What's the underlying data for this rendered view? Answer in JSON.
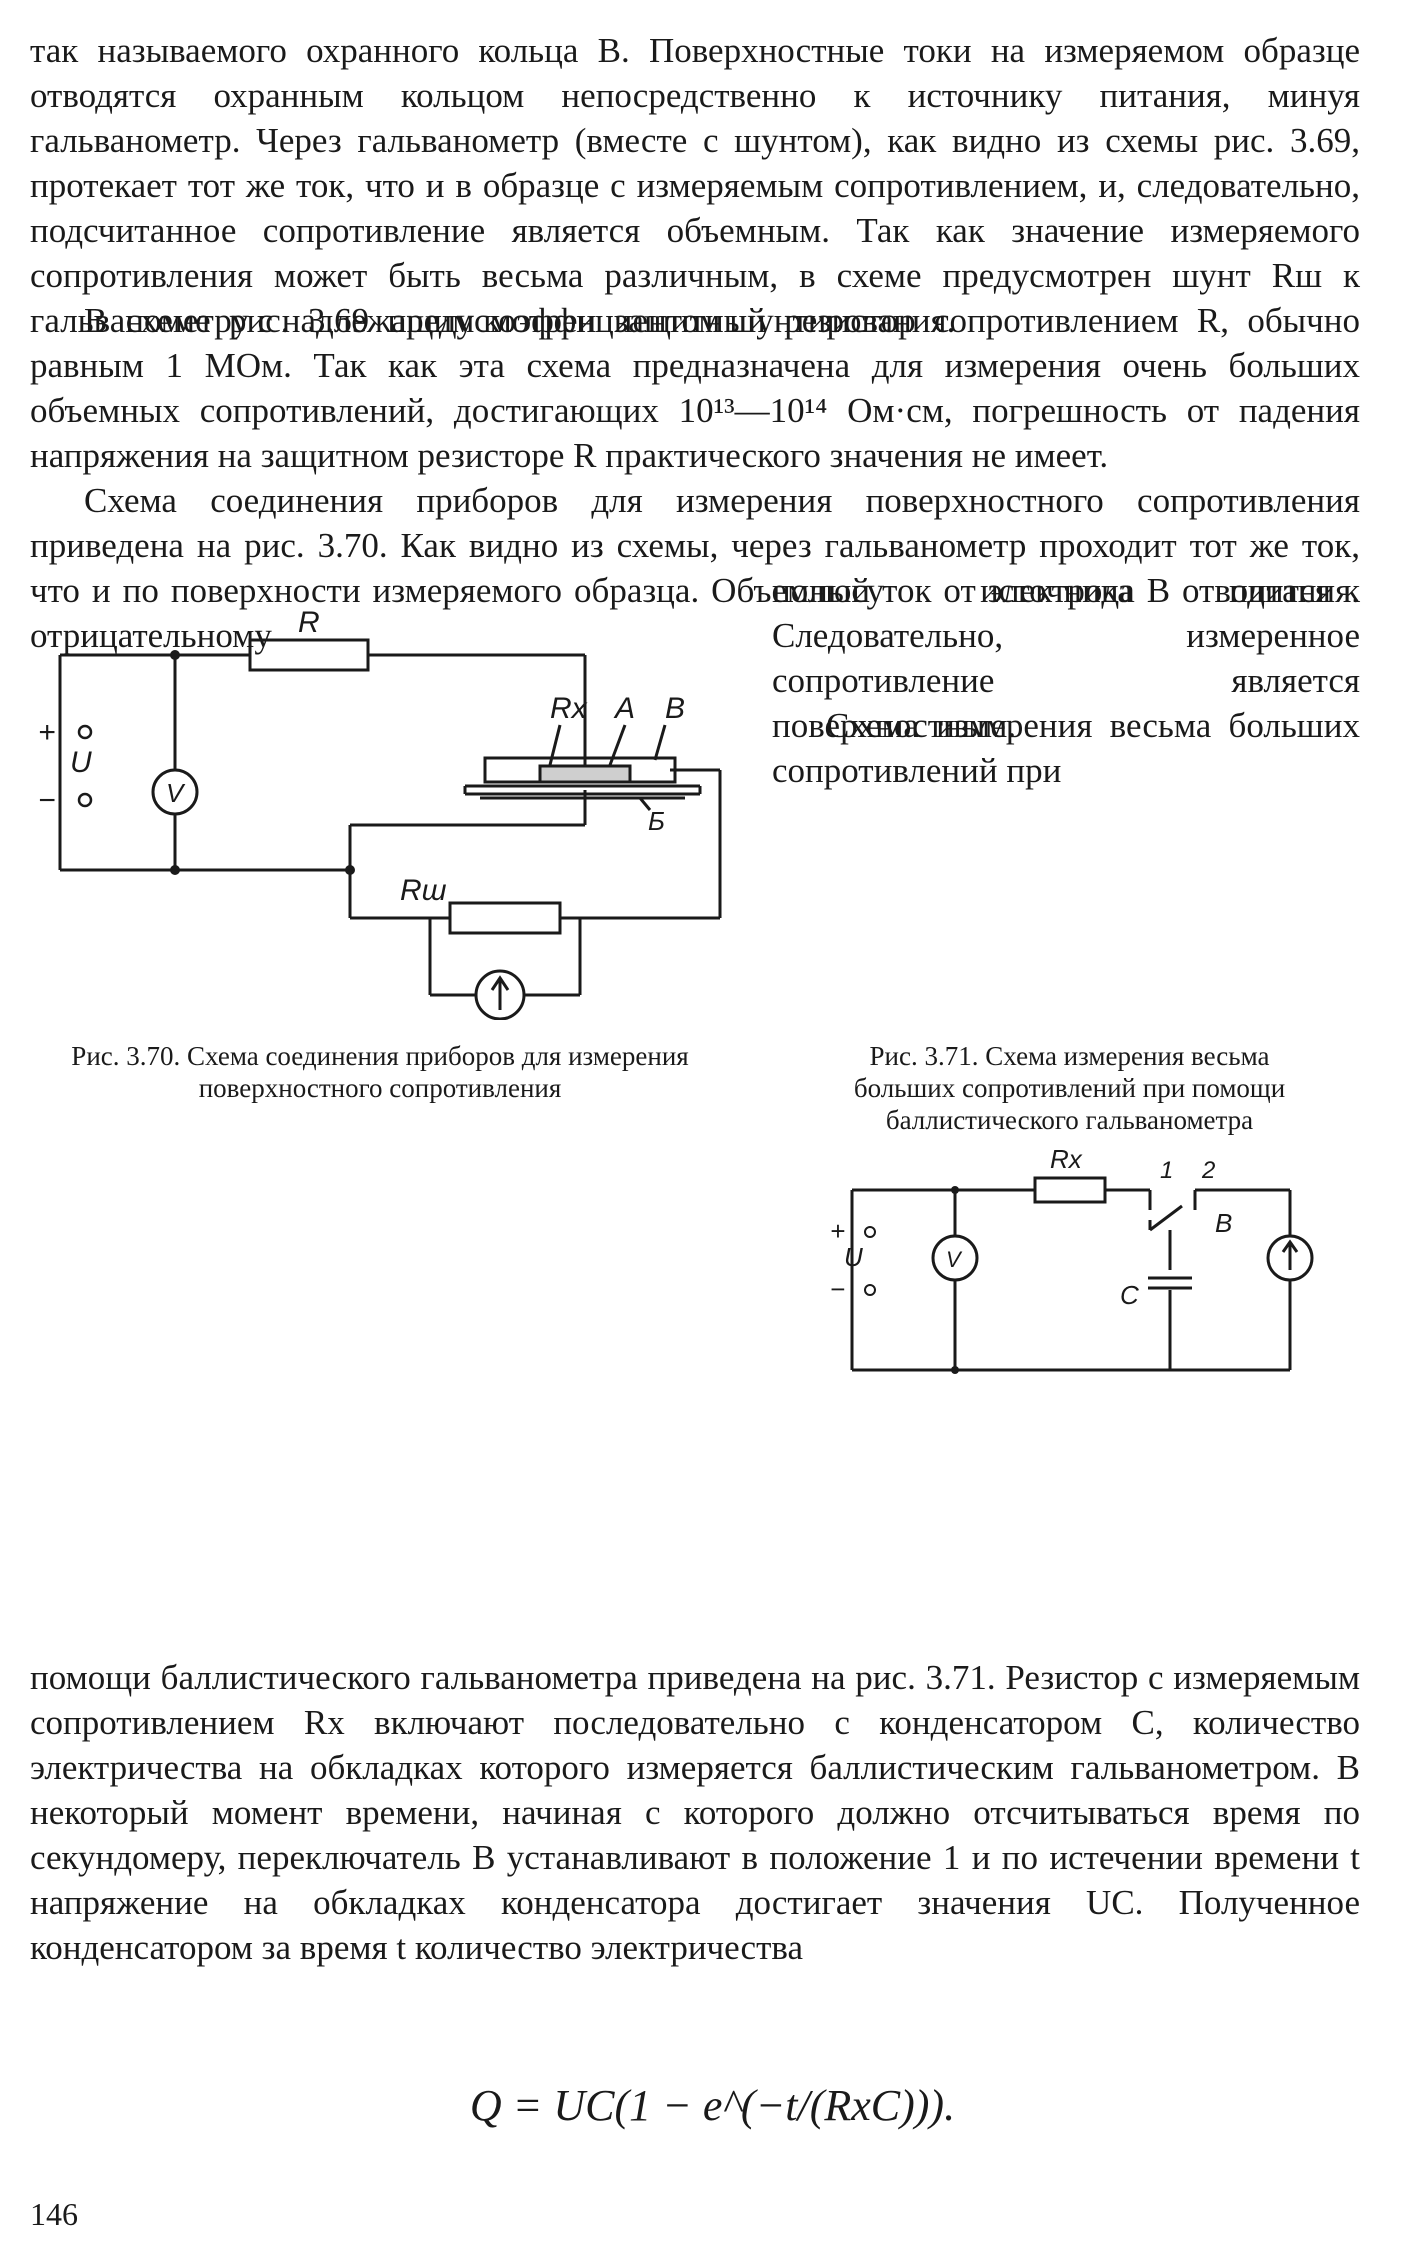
{
  "paragraphs": [
    "так называемого охранного кольца B. Поверхностные токи на измеряемом образце отводятся охранным кольцом непосредственно к источнику питания, минуя гальванометр. Через гальванометр (вместе с шунтом), как видно из схемы рис. 3.69, протекает тот же ток, что и в образце с измеряемым сопротивлением, и, следовательно, подсчитанное сопротивление является объемным. Так как значение измеряемого сопротивления может быть весьма различным, в схеме предусмотрен шунт Rш к гальванометру с надлежащим коэффициентом шунтирования.",
    "В схеме рис. 3.69 предусмотрен защитный резистор сопротивлением R, обычно равным 1 МОм. Так как эта схема предназначена для измерения очень больших объемных сопротивлений, достигающих 10¹³—10¹⁴ Ом·см, погрешность от падения напряжения на защитном резисторе R практического значения не имеет.",
    "Схема соединения приборов для измерения поверхностного сопротивления приведена на рис. 3.70. Как видно из схемы, через гальванометр проходит тот же ток, что и по поверхности измеряемого образца. Объемный ток от электрода B отводится к отрицательному",
    "полюсу источника питания. Следовательно, измеренное сопротивление является поверхностным.",
    "Схема измерения весьма больших сопротивлений при",
    "помощи баллистического гальванометра приведена на рис. 3.71. Резистор с измеряемым сопротивлением Rx включают последовательно с конденсатором C, количество электричества на обкладках которого измеряется баллистическим гальванометром. В некоторый момент времени, начиная с которого должно отсчитываться время по секундомеру, переключатель B устанавливают в положение 1 и по истечении времени t напряжение на обкладках конденсатора достигает значения UC. Полученное конденсатором за время t количество электричества"
  ],
  "figure_370": {
    "caption": "Рис. 3.70. Схема соединения приборов для измерения поверхностного сопротивления",
    "labels": {
      "R": "R",
      "Rx": "Rx",
      "A": "A",
      "B": "B",
      "Bcyr": "Б",
      "Rsh": "Rш",
      "plus": "+",
      "minus": "−",
      "U": "U",
      "V": "V"
    }
  },
  "figure_371": {
    "caption": "Рис. 3.71. Схема измерения весьма больших сопротивлений при помощи баллистического гальванометра",
    "labels": {
      "Rx": "Rx",
      "one": "1",
      "two": "2",
      "B": "B",
      "C": "C",
      "plus": "+",
      "minus": "−",
      "U": "U",
      "V": "V"
    }
  },
  "formula": "Q = UC(1 − e^(−t/(RxC))).",
  "page_number": "146"
}
